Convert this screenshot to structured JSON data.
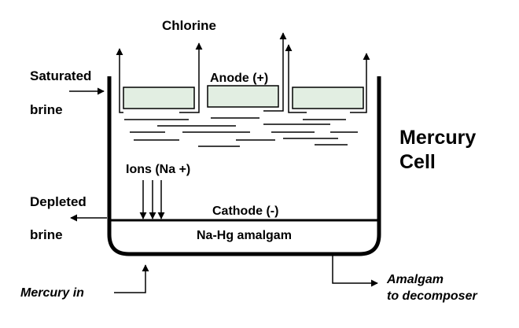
{
  "labels": {
    "chlorine": "Chlorine",
    "saturated": "Saturated",
    "saturated_brine": "brine",
    "anode": "Anode (+)",
    "mercury": "Mercury",
    "cell": "Cell",
    "ions": "Ions (Na +)",
    "depleted": "Depleted",
    "depleted_brine": "brine",
    "cathode": "Cathode (-)",
    "amalgam": "Na-Hg amalgam",
    "mercury_in": "Mercury in",
    "amalgam_to": "Amalgam",
    "to_decomposer": "to decomposer"
  },
  "colors": {
    "ink": "#000000",
    "anode_fill": "#e2eee2",
    "background": "#ffffff"
  }
}
